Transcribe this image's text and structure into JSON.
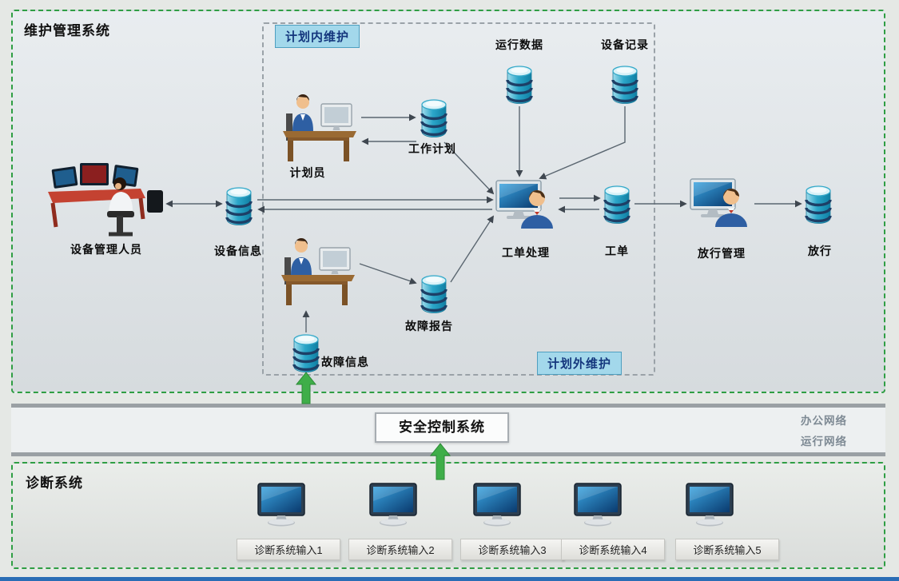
{
  "maintenance_section": {
    "title": "维护管理系统",
    "planned_tag": "计划内维护",
    "unplanned_tag": "计划外维护",
    "nodes": {
      "equipment_manager": "设备管理人员",
      "equipment_info": "设备信息",
      "planner": "计划员",
      "work_plan": "工作计划",
      "fault_report": "故障报告",
      "fault_info": "故障信息",
      "operation_data": "运行数据",
      "equipment_record": "设备记录",
      "work_order_processing": "工单处理",
      "work_order": "工单",
      "release_management": "放行管理",
      "release": "放行"
    }
  },
  "network_layer": {
    "security_system": "安全控制系统",
    "office_network": "办公网络",
    "operation_network": "运行网络"
  },
  "diagnostic_section": {
    "title": "诊断系统",
    "inputs": [
      "诊断系统输入1",
      "诊断系统输入2",
      "诊断系统输入3",
      "诊断系统输入4",
      "诊断系统输入5"
    ]
  },
  "colors": {
    "section_border_green": "#2f9e44",
    "database_teal": "#2ba6c9",
    "tag_background_blue": "#a3d8eb",
    "flow_arrow_green": "#3fae49",
    "network_bar_gray": "#9aa0a4"
  }
}
